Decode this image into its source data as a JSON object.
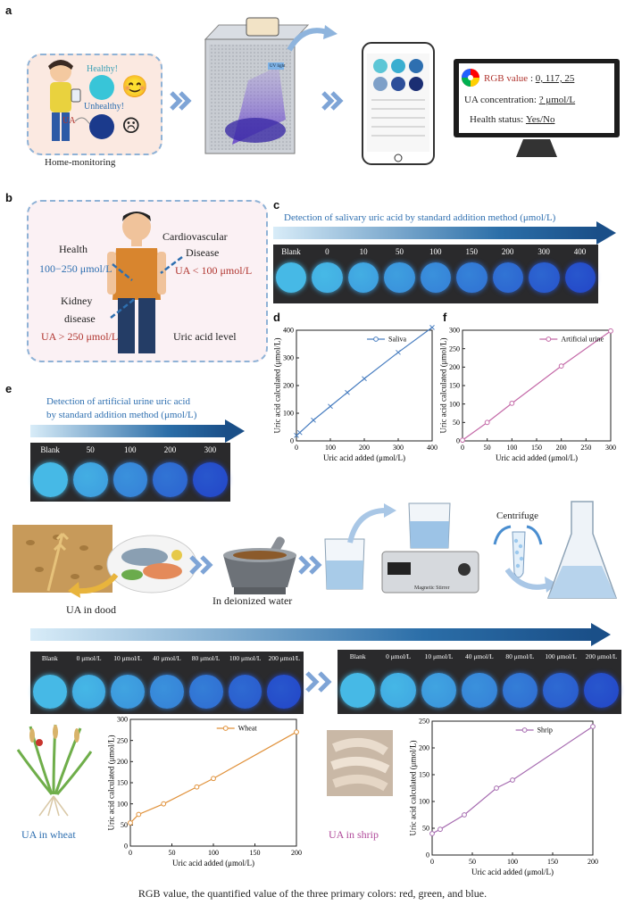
{
  "panels": {
    "a": {
      "label": "a",
      "home_monitoring": "Home-monitoring",
      "healthy": "Healthy!",
      "unhealthy": "Unhealthy!",
      "ua": "UA",
      "uv_light": "UV light",
      "monitor": {
        "rgb_label": "RGB value",
        "rgb_value": "0, 117, 25",
        "ua_conc_label": "UA concentration:",
        "ua_conc_value": "? μmol/L",
        "health_label": "Health status:",
        "health_value": "Yes/No"
      }
    },
    "b": {
      "label": "b",
      "health": "Health",
      "health_range": "100−250 μmol/L",
      "cardio_1": "Cardiovascular",
      "cardio_2": "Disease",
      "cardio_range": "UA < 100 μmol/L",
      "kidney_1": "Kidney",
      "kidney_2": "disease",
      "kidney_range": "UA > 250 μmol/L",
      "uric_level": "Uric acid level"
    },
    "c": {
      "label": "c",
      "title": "Detection of salivary uric acid by standard addition method (μmol/L)",
      "wells": [
        "Blank",
        "0",
        "10",
        "50",
        "100",
        "150",
        "200",
        "300",
        "400"
      ]
    },
    "d": {
      "label": "d"
    },
    "f": {
      "label": "f"
    },
    "e": {
      "label": "e",
      "title_1": "Detection of artificial urine uric acid",
      "title_2": "by standard addition method (μmol/L)",
      "wells": [
        "Blank",
        "50",
        "100",
        "200",
        "300"
      ]
    },
    "food": {
      "ua_in_food": "UA in dood",
      "deionized": "In deionized water",
      "centrifuge": "Centrifuge",
      "magnetic_stirrer": "Magnetic Stirrer",
      "strip1_wells": [
        "Blank",
        "0 μmol/L",
        "10 μmol/L",
        "40 μmol/L",
        "80 μmol/L",
        "100 μmol/L",
        "200 μmol/L"
      ],
      "strip2_wells": [
        "Blank",
        "0 μmol/L",
        "10 μmol/L",
        "40 μmol/L",
        "80 μmol/L",
        "100 μmol/L",
        "200 μmol/L"
      ],
      "ua_in_wheat": "UA in wheat",
      "ua_in_shrip": "UA in shrip"
    }
  },
  "caption": "RGB value, the quantified value of the three primary colors: red, green, and blue.",
  "colors": {
    "accent_blue": "#2e6fb0",
    "accent_red": "#b0352f",
    "saliva_line": "#4a7fc1",
    "urine_line": "#c46aa8",
    "wheat_line": "#e0913a",
    "shrip_line": "#a66bb0"
  },
  "chart_data": [
    {
      "id": "d",
      "type": "line",
      "xlabel": "Uric acid added (μmol/L)",
      "ylabel": "Uric acid calculated (μmol/L)",
      "xlim": [
        0,
        400
      ],
      "ylim": [
        0,
        400
      ],
      "xticks": [
        0,
        100,
        200,
        300,
        400
      ],
      "yticks": [
        0,
        100,
        200,
        300,
        400
      ],
      "legend_position": "top-right",
      "series": [
        {
          "name": "Saliva",
          "x": [
            0,
            10,
            50,
            100,
            150,
            200,
            300,
            400
          ],
          "y": [
            20,
            30,
            75,
            125,
            175,
            225,
            320,
            410
          ]
        }
      ]
    },
    {
      "id": "f",
      "type": "line",
      "xlabel": "Uric acid added (μmol/L)",
      "ylabel": "Uric acid calculated (μmol/L)",
      "xlim": [
        0,
        300
      ],
      "ylim": [
        0,
        300
      ],
      "xticks": [
        0,
        50,
        100,
        150,
        200,
        250,
        300
      ],
      "yticks": [
        0,
        50,
        100,
        150,
        200,
        250,
        300
      ],
      "legend_position": "top-right",
      "series": [
        {
          "name": "Artificial urine",
          "x": [
            0,
            50,
            100,
            200,
            300
          ],
          "y": [
            2,
            50,
            102,
            203,
            298
          ]
        }
      ]
    },
    {
      "id": "wheat",
      "type": "line",
      "xlabel": "Uric acid added (μmol/L)",
      "ylabel": "Uric acid calculated (μmol/L)",
      "xlim": [
        0,
        200
      ],
      "ylim": [
        0,
        300
      ],
      "xticks": [
        0,
        50,
        100,
        150,
        200
      ],
      "yticks": [
        0,
        50,
        100,
        150,
        200,
        250,
        300
      ],
      "legend_position": "top-right",
      "series": [
        {
          "name": "Wheat",
          "x": [
            0,
            10,
            40,
            80,
            100,
            200
          ],
          "y": [
            55,
            75,
            100,
            140,
            160,
            270
          ]
        }
      ]
    },
    {
      "id": "shrip",
      "type": "line",
      "xlabel": "Uric acid added (μmol/L)",
      "ylabel": "Uric acid calculated (μmol/L)",
      "xlim": [
        0,
        200
      ],
      "ylim": [
        0,
        250
      ],
      "xticks": [
        0,
        50,
        100,
        150,
        200
      ],
      "yticks": [
        0,
        50,
        100,
        150,
        200,
        250
      ],
      "legend_position": "top-right",
      "series": [
        {
          "name": "Shrip",
          "x": [
            0,
            10,
            40,
            80,
            100,
            200
          ],
          "y": [
            40,
            48,
            75,
            125,
            140,
            240
          ]
        }
      ]
    }
  ]
}
